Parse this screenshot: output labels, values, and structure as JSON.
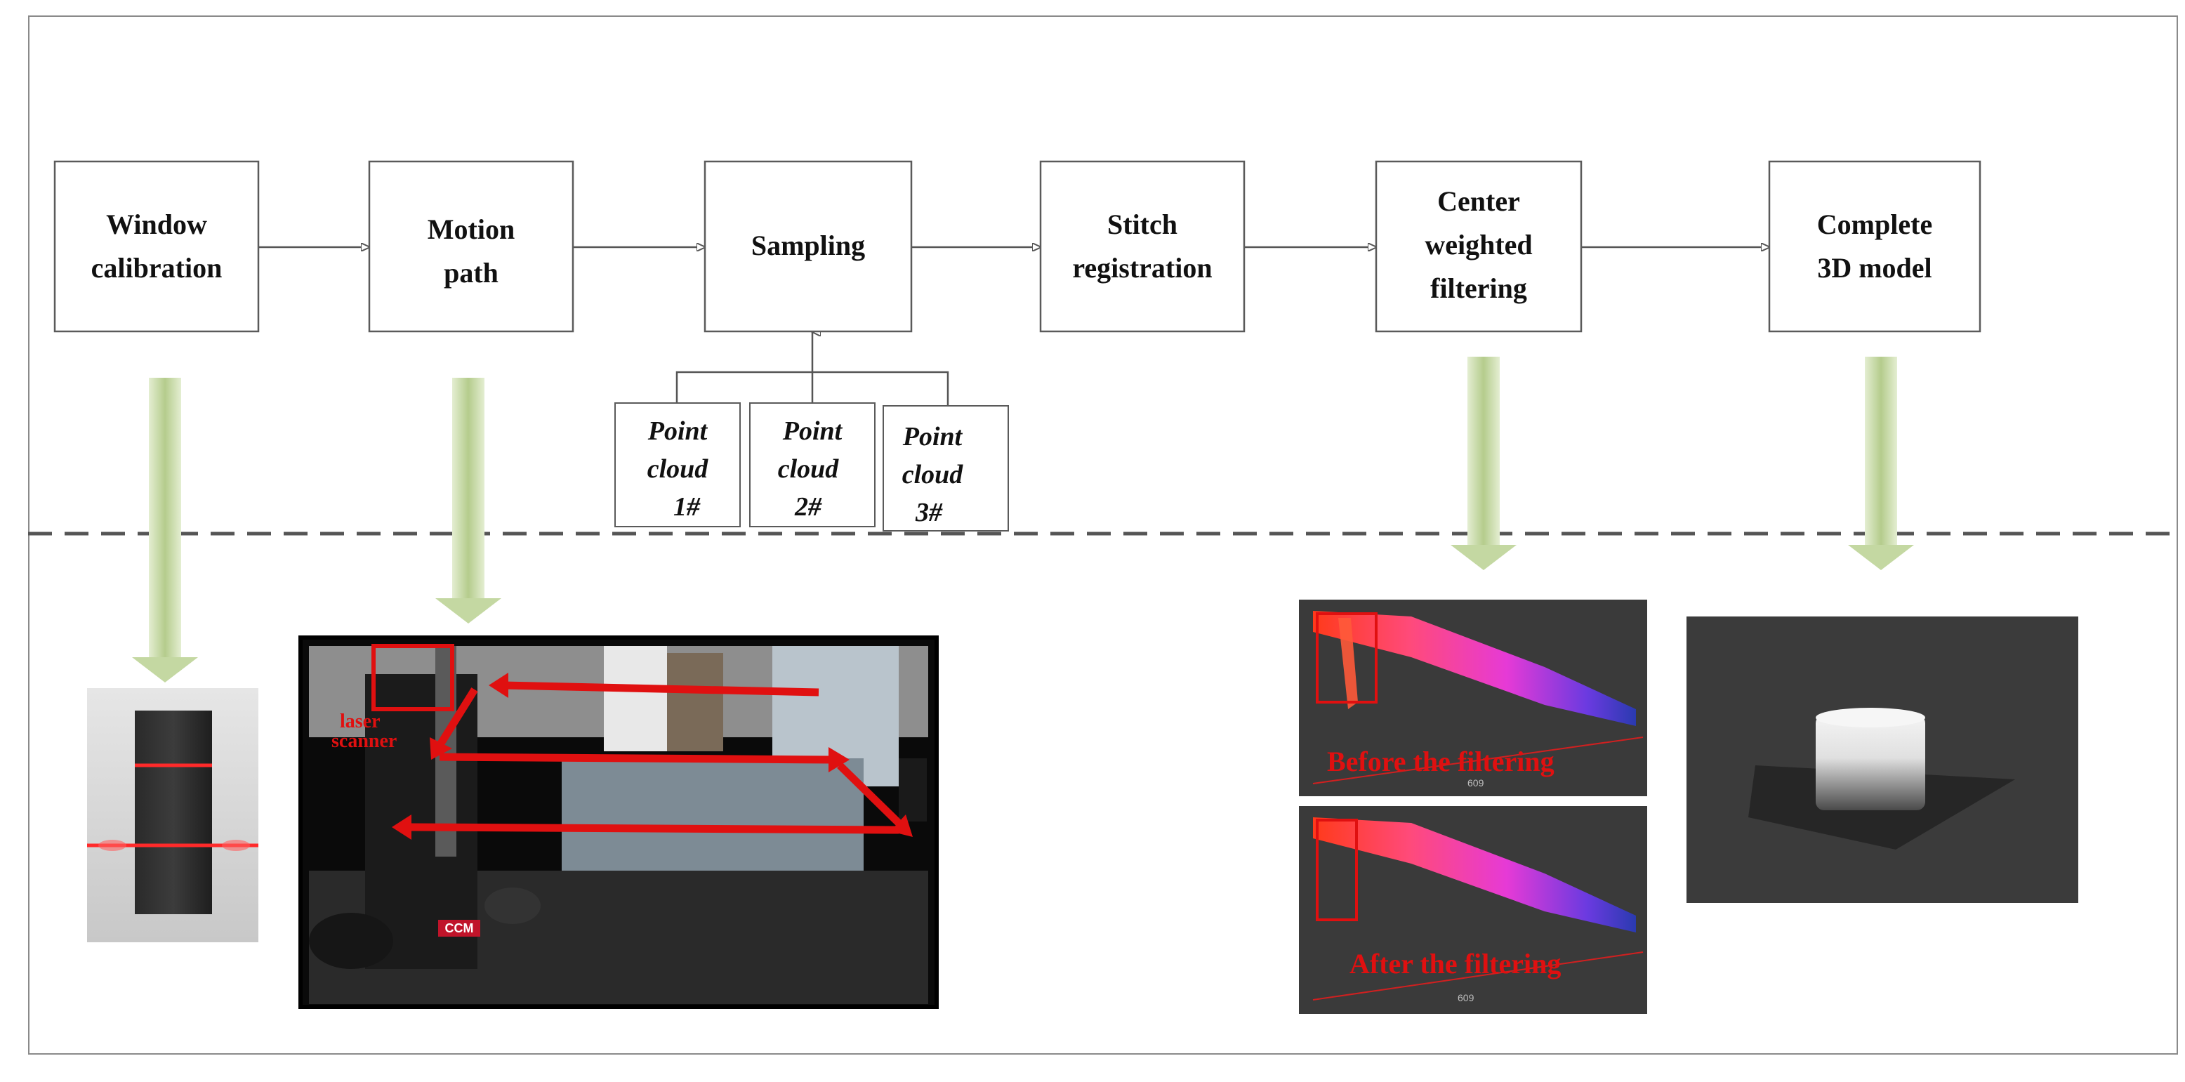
{
  "steps": [
    {
      "line1": "Window",
      "line2": "calibration"
    },
    {
      "line1": "Motion",
      "line2": "path"
    },
    {
      "line1": "Sampling"
    },
    {
      "line1": "Stitch",
      "line2": "registration"
    },
    {
      "line1": "Center",
      "line2": "weighted",
      "line3": "filtering"
    },
    {
      "line1": "Complete",
      "line2": "3D model"
    }
  ],
  "point_clouds": [
    {
      "line1": "Point",
      "line2": "cloud",
      "line3": "1#"
    },
    {
      "line1": "Point",
      "line2": "cloud",
      "line3": "2#"
    },
    {
      "line1": "Point",
      "line2": "cloud",
      "line3": "3#"
    }
  ],
  "photo_labels": {
    "laser_line1": "laser",
    "laser_line2": "scanner",
    "machine_brand": "CCM"
  },
  "filter_panels": {
    "before": "Before the filtering",
    "after": "After the filtering",
    "axis_tick": "609"
  },
  "colors": {
    "arrow_green": "#9cb86c",
    "highlight_red": "#e01010",
    "box_border": "#5a5a5a",
    "dashed_line": "#555555"
  }
}
